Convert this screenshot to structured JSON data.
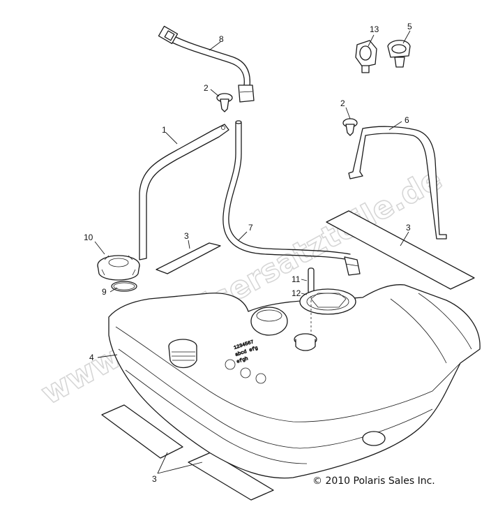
{
  "watermark": "www.polarisersatzteile.de",
  "copyright": "© 2010 Polaris Sales Inc.",
  "tank_label_lines": [
    "1234567",
    "abcd efg",
    "efgh"
  ],
  "callouts": {
    "c8": "8",
    "c2a": "2",
    "c13": "13",
    "c5": "5",
    "c2b": "2",
    "c6": "6",
    "c1": "1",
    "c3a": "3",
    "c7": "7",
    "c3b": "3",
    "c10": "10",
    "c9": "9",
    "c11": "11",
    "c12": "12",
    "c4": "4",
    "c3c": "3"
  }
}
